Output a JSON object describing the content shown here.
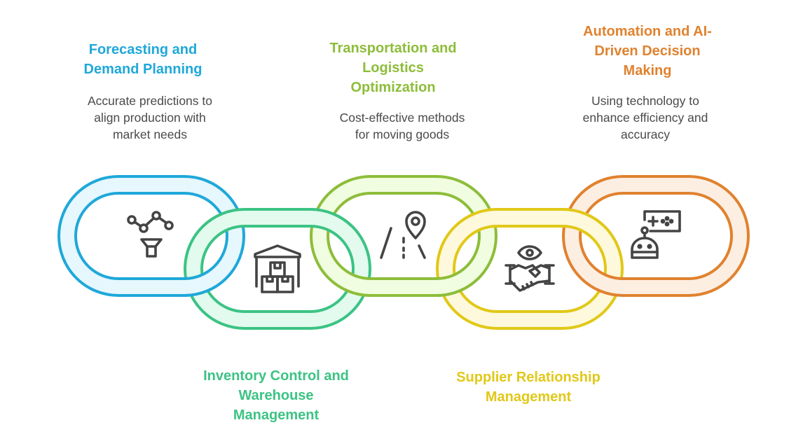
{
  "diagram": {
    "type": "interlocking-chain",
    "links": [
      {
        "id": "forecasting",
        "title": "Forecasting and Demand Planning",
        "title_lines": [
          "Forecasting and",
          "Demand Planning"
        ],
        "description_lines": [
          "Accurate predictions to",
          "align production with",
          "market needs"
        ],
        "icon": "analytics-funnel-icon",
        "color": "#1fa8d9",
        "fill": "#e6f7fd",
        "position": "top"
      },
      {
        "id": "inventory",
        "title": "Inventory Control and Warehouse Management",
        "title_lines": [
          "Inventory Control and",
          "Warehouse",
          "Management"
        ],
        "description_lines": [],
        "icon": "warehouse-boxes-icon",
        "color": "#3cc384",
        "fill": "#e2fbee",
        "position": "bottom"
      },
      {
        "id": "transportation",
        "title": "Transportation and Logistics Optimization",
        "title_lines": [
          "Transportation and",
          "Logistics",
          "Optimization"
        ],
        "description_lines": [
          "Cost-effective methods",
          "for moving goods"
        ],
        "icon": "road-location-pin-icon",
        "color": "#8dbd3a",
        "fill": "#f1fde0",
        "position": "top"
      },
      {
        "id": "supplier",
        "title": "Supplier Relationship Management",
        "title_lines": [
          "Supplier Relationship",
          "Management"
        ],
        "description_lines": [],
        "icon": "eye-handshake-icon",
        "color": "#e1c818",
        "fill": "#fef9dc",
        "position": "bottom"
      },
      {
        "id": "automation",
        "title": "Automation and AI-Driven Decision Making",
        "title_lines": [
          "Automation and AI-",
          "Driven Decision",
          "Making"
        ],
        "description_lines": [
          "Using technology to",
          "enhance efficiency and",
          "accuracy"
        ],
        "icon": "robot-gamepad-icon",
        "color": "#e0822f",
        "fill": "#fdeee2",
        "position": "top"
      }
    ]
  }
}
